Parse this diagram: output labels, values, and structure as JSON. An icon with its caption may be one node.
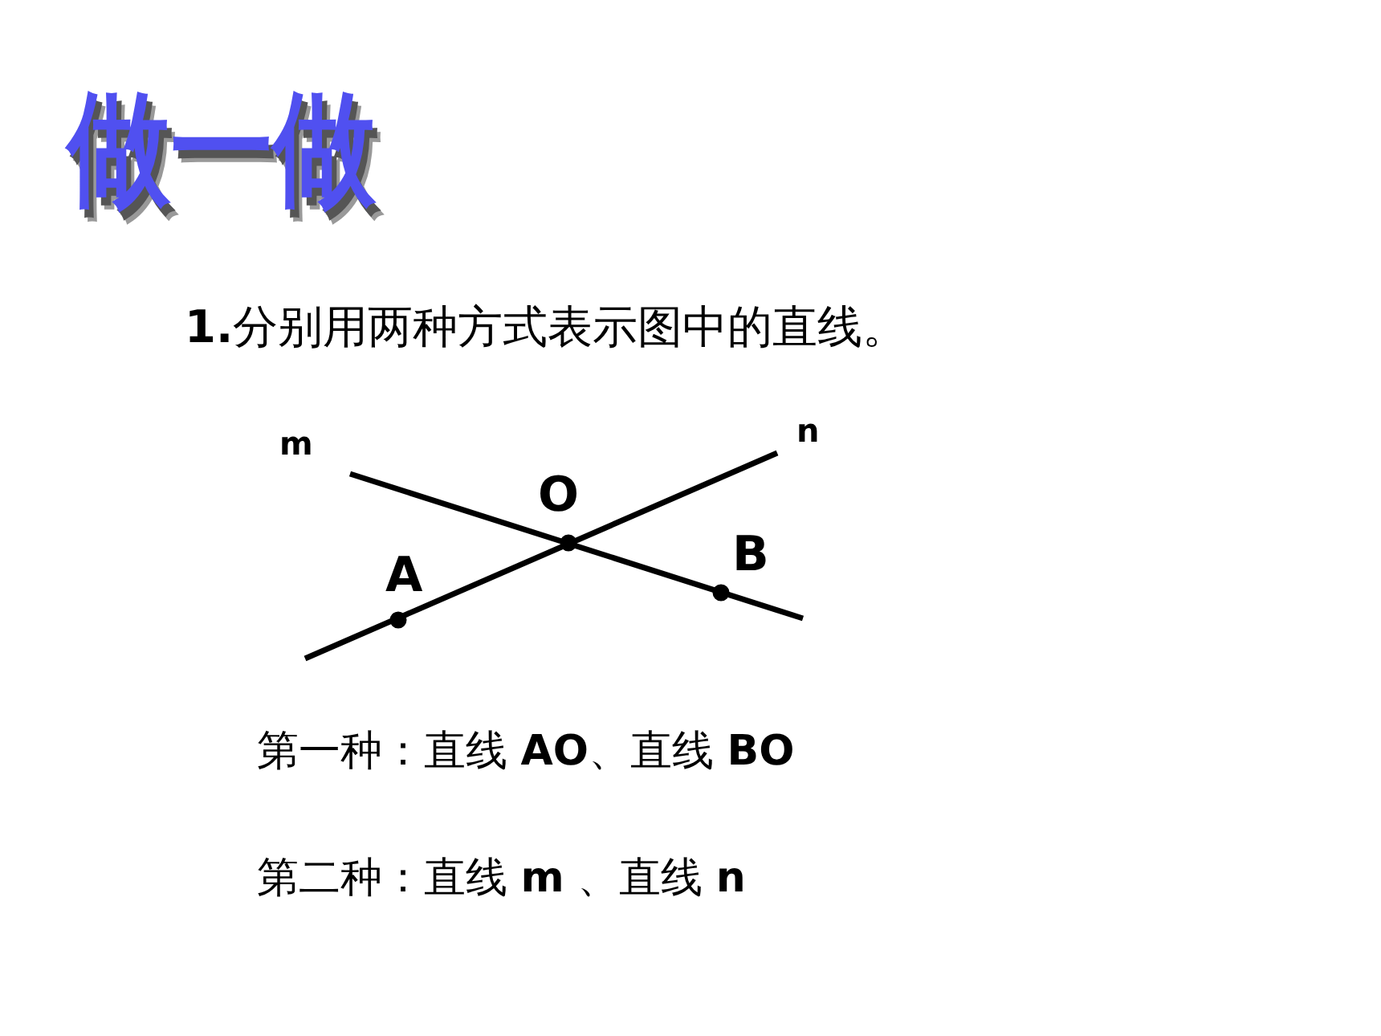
{
  "diagram": {
    "title": "做一做",
    "labels": [
      "**1.**分别用两种方式表示图中的直线。",
      "m",
      "n",
      "O",
      "A",
      "B",
      "第一种：直线 **AO**、直线 **BO**",
      "第二种：直线 **m** 、直线 **n**"
    ]
  }
}
